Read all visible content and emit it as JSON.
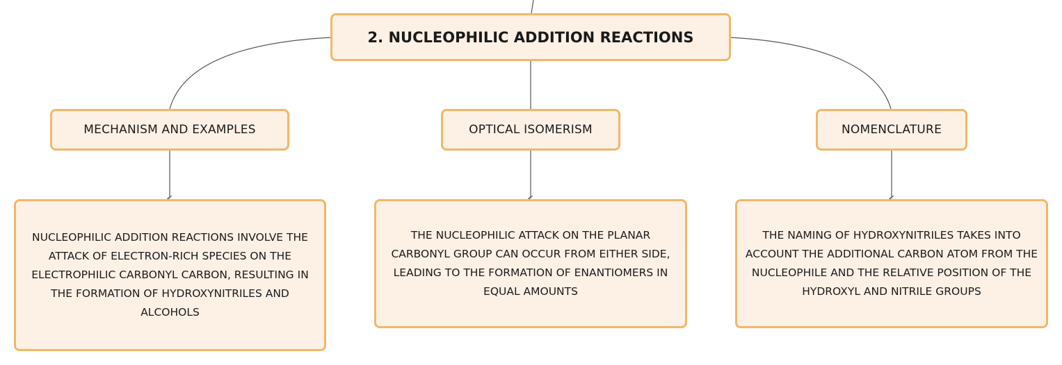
{
  "diagram": {
    "title": "2. NUCLEOPHILIC ADDITION REACTIONS",
    "topics": [
      {
        "label": "MECHANISM AND EXAMPLES",
        "detail": "NUCLEOPHILIC ADDITION REACTIONS INVOLVE THE ATTACK OF ELECTRON-RICH SPECIES ON THE ELECTROPHILIC CARBONYL CARBON, RESULTING IN THE FORMATION OF HYDROXYNITRILES AND ALCOHOLS"
      },
      {
        "label": "OPTICAL ISOMERISM",
        "detail": "THE NUCLEOPHILIC ATTACK ON THE PLANAR CARBONYL GROUP CAN OCCUR FROM EITHER SIDE, LEADING TO THE FORMATION OF ENANTIOMERS IN EQUAL AMOUNTS"
      },
      {
        "label": "NOMENCLATURE",
        "detail": "THE NAMING OF HYDROXYNITRILES TAKES INTO ACCOUNT THE ADDITIONAL CARBON ATOM FROM THE NUCLEOPHILE AND THE RELATIVE POSITION OF THE HYDROXYL AND NITRILE GROUPS"
      }
    ],
    "colors": {
      "node_fill": "#fdf1e6",
      "node_border": "#f2b768",
      "connector": "#555555",
      "text": "#1a1a1a"
    }
  }
}
